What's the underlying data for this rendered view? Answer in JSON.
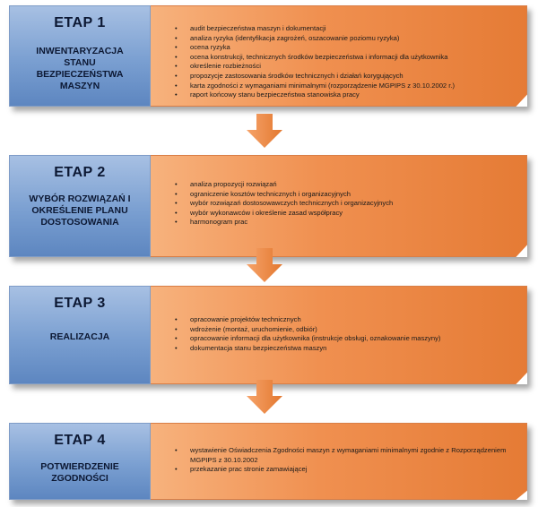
{
  "stages": [
    {
      "etap": "ETAP 1",
      "desc": "INWENTARYZACJA\nSTANU\nBEZPIECZEŃSTWA\nMASZYN",
      "items": [
        "audit bezpieczeństwa maszyn i dokumentacji",
        "analiza ryzyka (identyfikacja zagrożeń, oszacowanie poziomu ryzyka)",
        "ocena ryzyka",
        "ocena konstrukcji, technicznych środków bezpieczeństwa i informacji dla użytkownika",
        "określenie rozbieżności",
        "propozycje zastosowania  środków technicznych i działań korygujących",
        "karta zgodności z wymaganiami minimalnymi (rozporządzenie MGPIPS z 30.10.2002 r.)",
        "raport końcowy stanu bezpieczeństwa stanowiska pracy"
      ]
    },
    {
      "etap": "ETAP 2",
      "desc": "WYBÓR ROZWIĄZAŃ I\nOKREŚLENIE PLANU\nDOSTOSOWANIA",
      "items": [
        "analiza propozycji rozwiązań",
        "ograniczenie kosztów technicznych i organizacyjnych",
        "wybór rozwiązań dostosowawczych technicznych i organizacyjnych",
        "wybór wykonawców i określenie zasad współpracy",
        "harmonogram prac"
      ]
    },
    {
      "etap": "ETAP 3",
      "desc": "REALIZACJA",
      "items": [
        "opracowanie projektów technicznych",
        "wdrożenie (montaż, uruchomienie, odbiór)",
        "opracowanie informacji dla użytkownika (instrukcje obsługi, oznakowanie maszyny)",
        "dokumentacja stanu bezpieczeństwa maszyn"
      ]
    },
    {
      "etap": "ETAP 4",
      "desc": "POTWIERDZENIE\nZGODNOŚCI",
      "items": [
        "wystawienie Oświadczenia Zgodności maszyn z wymaganiami minimalnymi zgodnie z Rozporządzeniem MGPIPS z 30.10.2002",
        "przekazanie prac stronie zamawiającej"
      ]
    }
  ],
  "colors": {
    "left_box": "#7a9fd1",
    "right_box": "#f09050",
    "arrow": "#ee8a45"
  }
}
